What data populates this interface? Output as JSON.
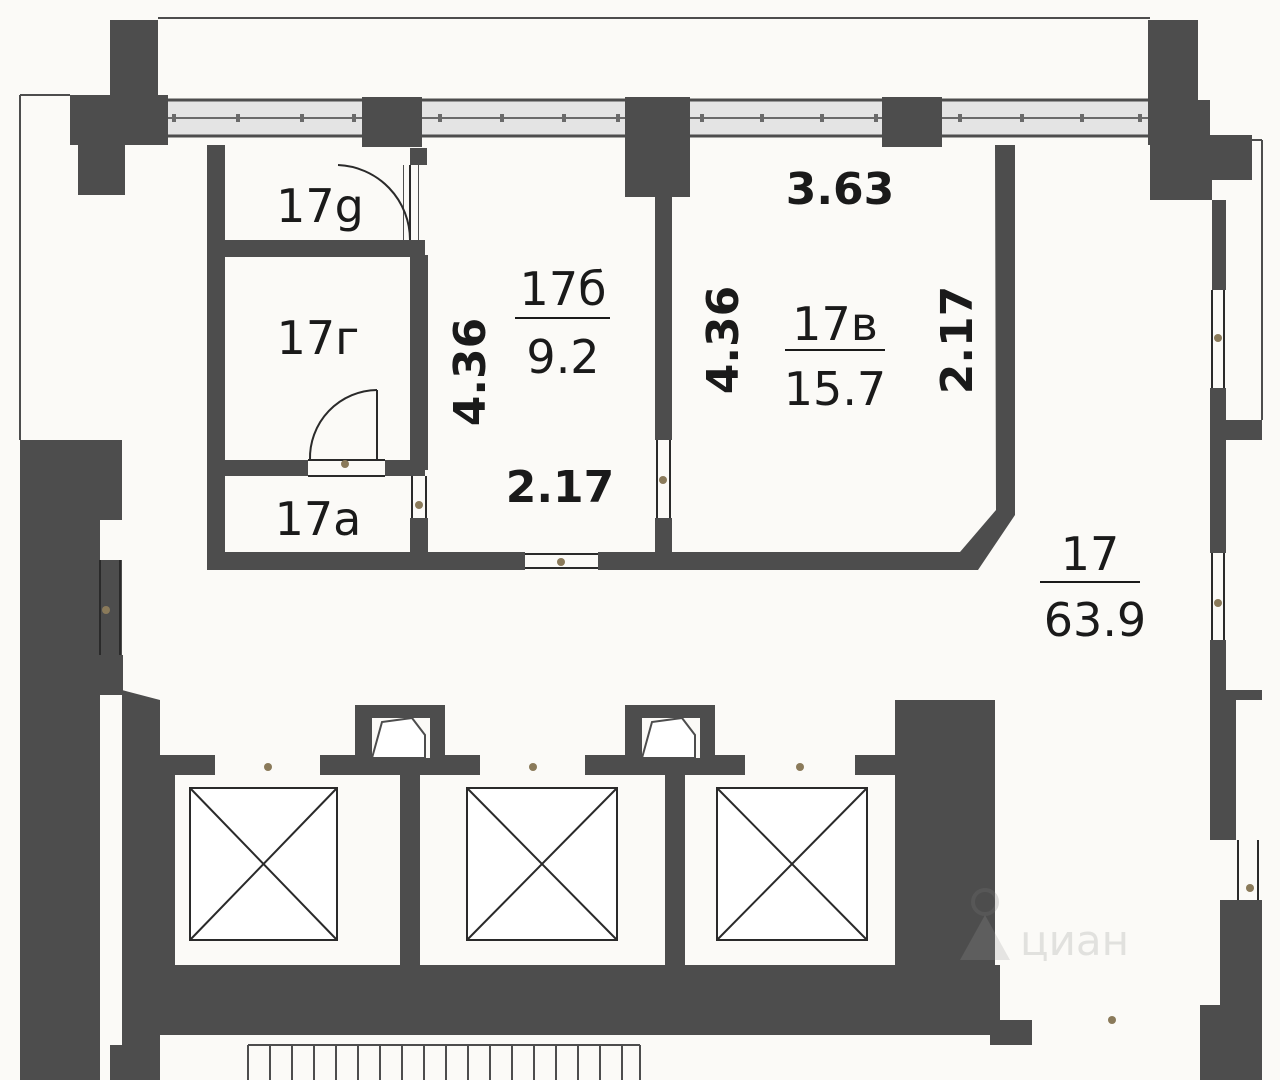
{
  "colors": {
    "wall": "#4d4d4d",
    "background": "#fbfaf7",
    "text": "#1a1a1a",
    "fixture": "#2a2a2a",
    "dot": "#8a7a5a"
  },
  "rooms": {
    "r17d": {
      "label": "17g"
    },
    "r17g": {
      "label": "17г"
    },
    "r17a": {
      "label": "17a"
    },
    "r17b": {
      "label": "17б",
      "area": "9.2"
    },
    "r17v": {
      "label": "17в",
      "area": "15.7"
    },
    "r17": {
      "label": "17",
      "area": "63.9"
    }
  },
  "dimensions": {
    "top_17v": "3.63",
    "right_17v": "2.17",
    "left_17v": "4.36",
    "left_17b": "4.36",
    "bottom_17b": "2.17"
  },
  "elevators": {
    "count": 3
  },
  "watermark": {
    "text": "циан",
    "icon": "map-pin-icon"
  }
}
